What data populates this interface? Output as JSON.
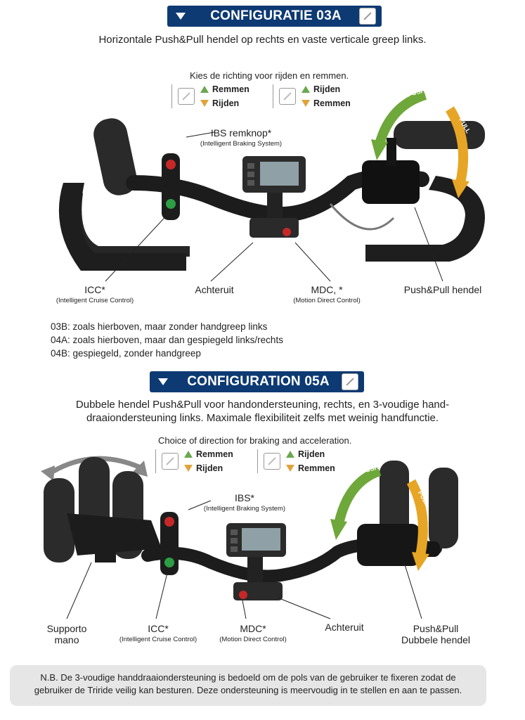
{
  "config1": {
    "title": "CONFIGURATIE 03A",
    "subtitle": "Horizontale Push&Pull hendel op rechts en vaste verticale greep links.",
    "direction_prompt": "Kies de richting voor rijden en remmen.",
    "option_a": {
      "up": "Remmen",
      "down": "Rijden"
    },
    "option_b": {
      "up": "Rijden",
      "down": "Remmen"
    },
    "labels": {
      "ibs": "IBS remknop*",
      "ibs_sub": "(Intelligent Braking System)",
      "icc": "ICC*",
      "icc_sub": "(Intelligent Cruise Control)",
      "reverse": "Achteruit",
      "mdc": "MDC, *",
      "mdc_sub": "(Motion Direct Control)",
      "pushpull": "Push&Pull hendel",
      "push": "PUSH",
      "pull": "PULL"
    },
    "variants": [
      "03B: zoals hierboven, maar zonder handgreep links",
      "04A: zoals hierboven, maar dan gespiegeld links/rechts",
      "04B: gespiegeld, zonder handgreep"
    ]
  },
  "config2": {
    "title": "CONFIGURATION 05A",
    "subtitle_line1": "Dubbele hendel Push&Pull voor handondersteuning, rechts, en 3-voudige hand-",
    "subtitle_line2": "draaiondersteuning links. Maximale flexibiliteit zelfs met weinig handfunctie.",
    "direction_prompt": "Choice of direction for braking and acceleration.",
    "option_a": {
      "up": "Remmen",
      "down": "Rijden"
    },
    "option_b": {
      "up": "Rijden",
      "down": "Remmen"
    },
    "labels": {
      "ibs": "IBS*",
      "ibs_sub": "(Intelligent Braking System)",
      "supporto_1": "Supporto",
      "supporto_2": "mano",
      "icc": "ICC*",
      "icc_sub": "(Intelligent Cruise Control)",
      "mdc": "MDC*",
      "mdc_sub": "(Motion Direct Control)",
      "reverse": "Achteruit",
      "pushpull_1": "Push&Pull",
      "pushpull_2": "Dubbele hendel",
      "push": "PUSH",
      "pull": "PULL"
    }
  },
  "note": {
    "line1": "N.B. De 3-voudige handdraaiondersteuning is bedoeld om de pols van de gebruiker te fixeren zodat de",
    "line2": "gebruiker de Triride veilig kan besturen. Deze ondersteuning is meervoudig in te stellen en aan te passen."
  },
  "colors": {
    "banner": "#0d3a73",
    "up_arrow": "#6aa84f",
    "down_arrow": "#e0a33a",
    "push_arrow": "#6fa83a",
    "pull_arrow": "#e7a526"
  }
}
